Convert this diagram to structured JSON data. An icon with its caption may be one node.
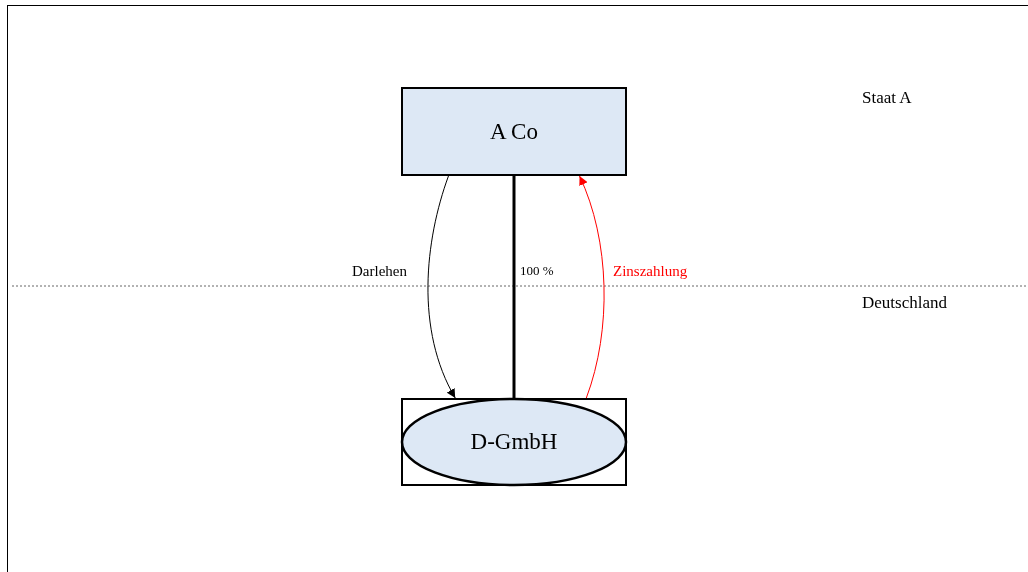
{
  "diagram": {
    "nodes": [
      {
        "text": [
          "A Co"
        ]
      },
      {
        "text": [
          "D-GmbH"
        ]
      }
    ],
    "edges": [
      {
        "from": 0,
        "to": 1,
        "arrow": "to",
        "label": "Darlehen"
      },
      {
        "from": 0,
        "to": 1,
        "arrow": "none",
        "label": "100 %",
        "style": "thick"
      },
      {
        "from": 1,
        "to": 0,
        "arrow": "to",
        "label": "Zinszahlung",
        "color": "#ff0000"
      }
    ],
    "labels": [
      "Staat A",
      "Deutschland"
    ]
  }
}
